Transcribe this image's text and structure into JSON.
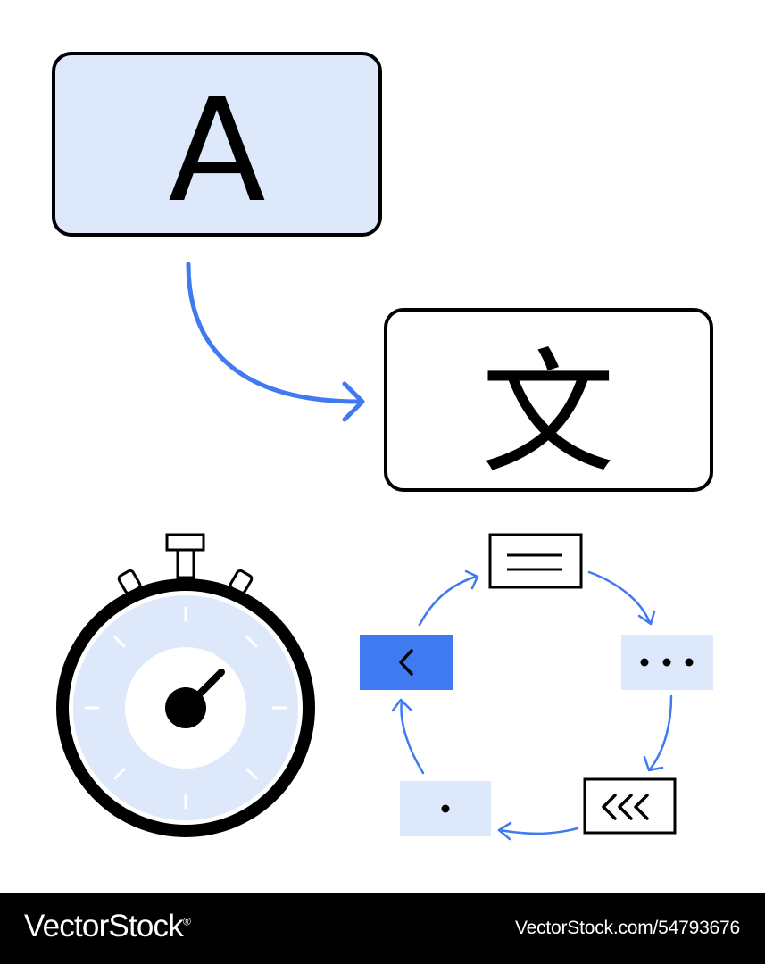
{
  "illustration": {
    "source_box_letter": "A",
    "target_box_glyph": "文",
    "arrow_icon": "curved-arrow-right-icon",
    "stopwatch_icon": "stopwatch-icon",
    "cycle": {
      "icon": "process-cycle-icon",
      "nodes": [
        {
          "icon": "text-lines-icon"
        },
        {
          "icon": "ellipsis-icon"
        },
        {
          "icon": "triple-chevron-left-icon"
        },
        {
          "icon": "dot-icon"
        },
        {
          "icon": "chevron-left-icon"
        }
      ]
    }
  },
  "colors": {
    "accent_blue": "#3f7af0",
    "light_blue_fill": "#dde8fa",
    "stroke_black": "#000000"
  },
  "footer": {
    "brand": "VectorStock",
    "brand_mark": "®",
    "image_ref": "VectorStock.com/54793676"
  }
}
